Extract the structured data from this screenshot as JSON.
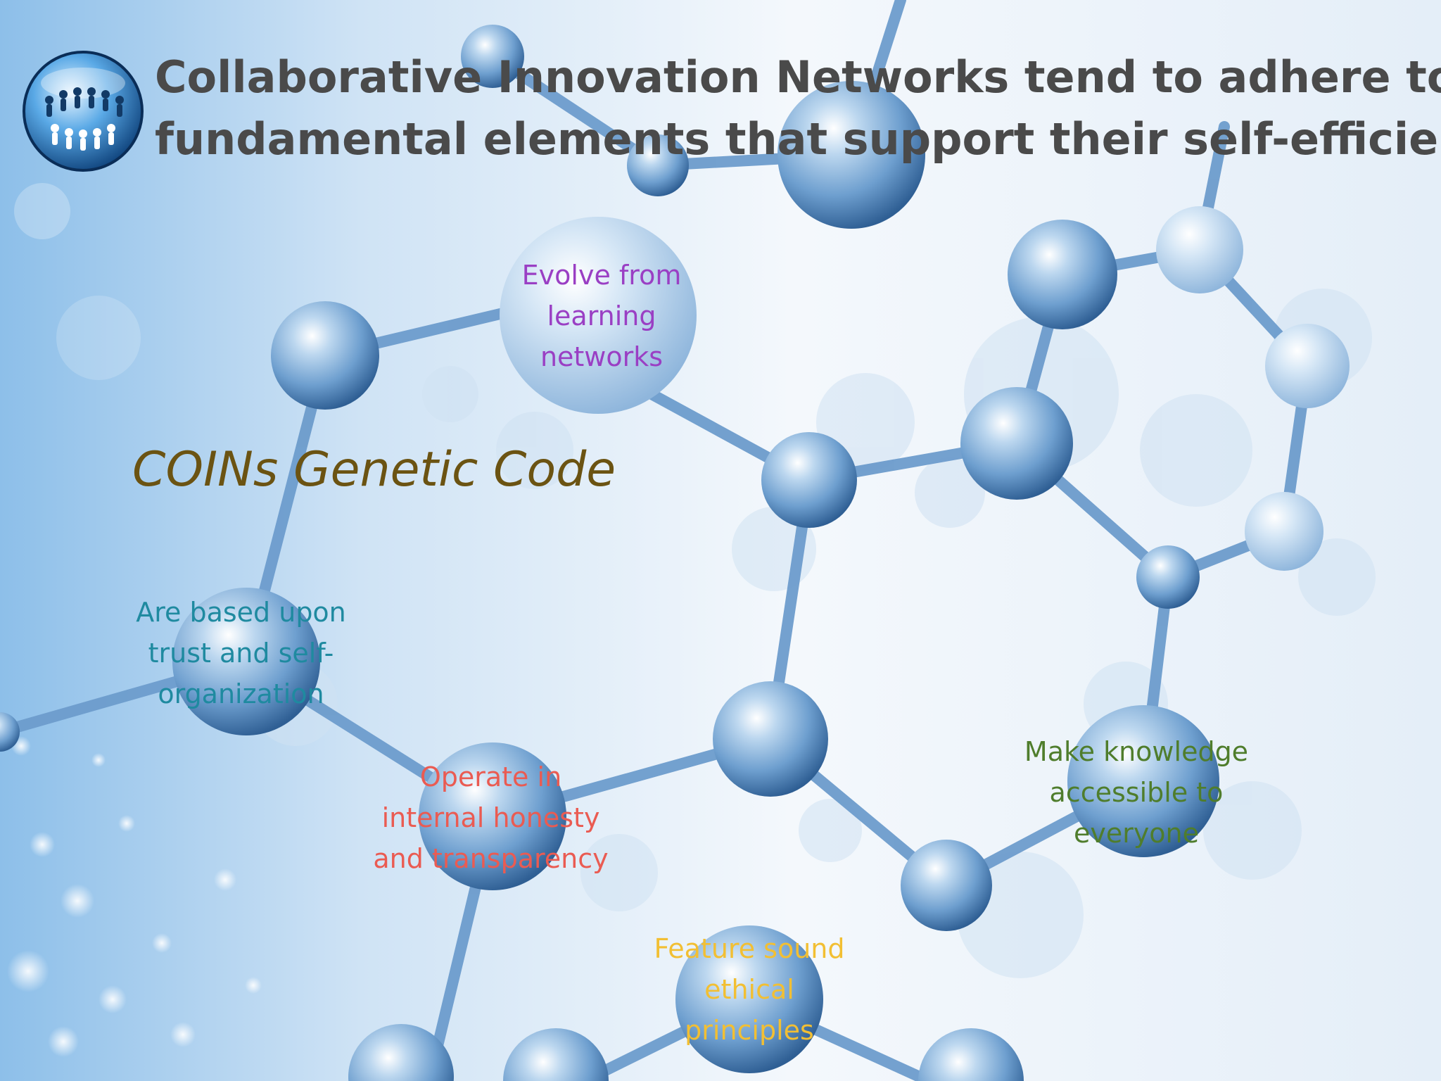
{
  "slide": {
    "title_lines": [
      "Collaborative Innovation Networks tend to adhere to",
      "fundamental elements that support their self-efficiency"
    ],
    "heading": "COINs Genetic Code",
    "labels": {
      "evolve": [
        "Evolve from",
        "learning",
        "networks"
      ],
      "trust": [
        "Are based upon",
        "trust and self-",
        "organization"
      ],
      "operate": [
        "Operate in",
        "internal honesty",
        "and transparency"
      ],
      "feature": [
        "Feature sound",
        "ethical",
        "principles"
      ],
      "make": [
        "Make knowledge",
        "accessible to",
        "everyone"
      ]
    },
    "colors": {
      "title": "#4a4a4a",
      "heading": "#6b5312",
      "evolve": "#9a3fc4",
      "trust": "#1f8aa0",
      "operate": "#ea5b52",
      "feature": "#f2bf33",
      "make": "#4f7d2c"
    },
    "logo_icon": "people-circle-globe-icon",
    "background": "molecule-network-illustration"
  }
}
